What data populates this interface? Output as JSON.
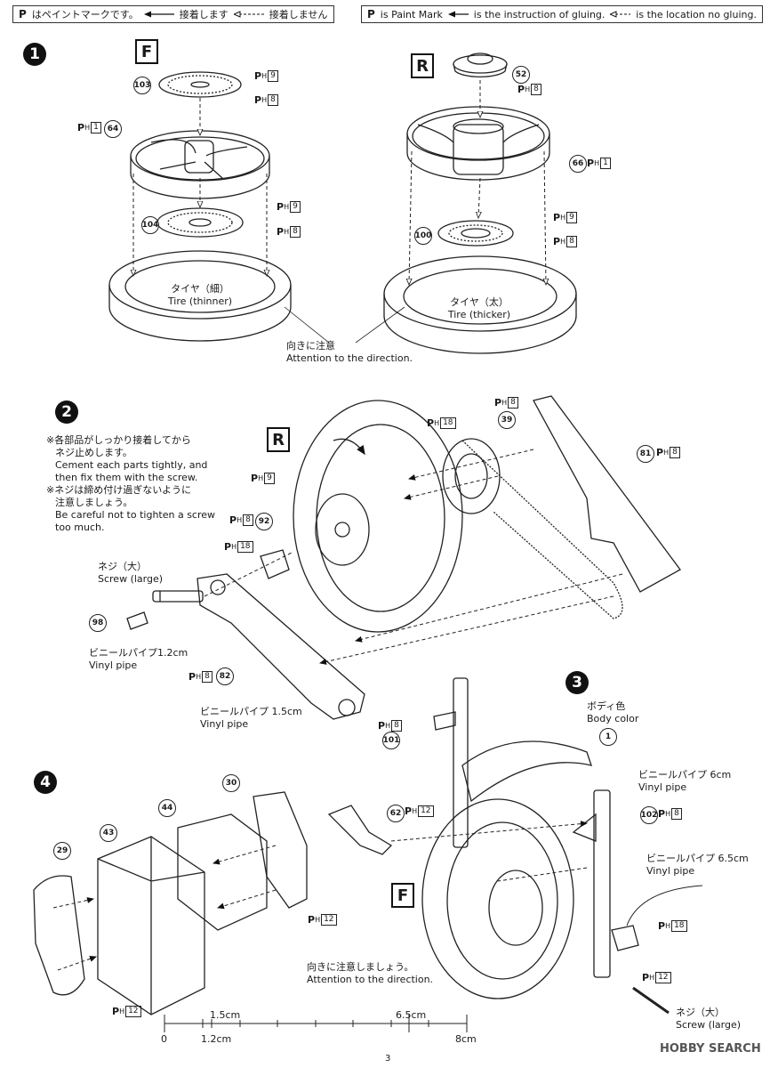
{
  "legend": {
    "jp": {
      "mark": "P",
      "paint_text": "はペイントマークです。",
      "glue": "接着します",
      "noglue": "接着しません"
    },
    "en": {
      "mark": "P",
      "paint_text": "is Paint Mark",
      "glue": "is the instruction of gluing.",
      "noglue": "is the location no gluing."
    }
  },
  "steps": {
    "s1": "1",
    "s2": "2",
    "s3": "3",
    "s4": "4"
  },
  "box_labels": {
    "front": "F",
    "rear": "R",
    "rear2": "R",
    "front2": "F"
  },
  "paint_prefix": {
    "p": "P",
    "h": "H"
  },
  "parts": {
    "p103": "103",
    "p64": "64",
    "p104": "104",
    "p52": "52",
    "p66": "66",
    "p100": "100",
    "p39": "39",
    "p81": "81",
    "p92": "92",
    "p98": "98",
    "p82": "82",
    "p101": "101",
    "p1": "1",
    "p62": "62",
    "p102": "102",
    "p30": "30",
    "p44": "44",
    "p43": "43",
    "p29": "29"
  },
  "paint_codes": {
    "c9": "9",
    "c8": "8",
    "c1": "1",
    "c18": "18",
    "c12": "12"
  },
  "labels": {
    "tire_thin_jp": "タイヤ（細）",
    "tire_thin_en": "Tire (thinner)",
    "tire_thick_jp": "タイヤ（太）",
    "tire_thick_en": "Tire (thicker)",
    "attention_jp": "向きに注意",
    "attention_en": "Attention to the direction.",
    "step2_note": [
      "※各部品がしっかり接着してから",
      "ネジ止めします。",
      "Cement each parts tightly, and",
      "then fix them with the screw.",
      "※ネジは締め付け過ぎないように",
      "注意しましょう。",
      "Be careful not to tighten a screw",
      "too much."
    ],
    "screw_jp": "ネジ（大）",
    "screw_en": "Screw (large)",
    "vinyl12_jp": "ビニールパイプ1.2cm",
    "vinyl12_en": "Vinyl pipe",
    "vinyl15_jp": "ビニールパイプ 1.5cm",
    "vinyl15_en": "Vinyl pipe",
    "body_jp": "ボディ色",
    "body_en": "Body color",
    "vinyl6_jp": "ビニールパイプ 6cm",
    "vinyl6_en": "Vinyl pipe",
    "vinyl65_jp": "ビニールパイプ 6.5cm",
    "vinyl65_en": "Vinyl pipe",
    "attention2_jp": "向きに注意しましょう。",
    "attention2_en": "Attention to the direction.",
    "screw2_jp": "ネジ（大）",
    "screw2_en": "Screw (large)"
  },
  "scale": {
    "t15": "1.5cm",
    "t65": "6.5cm",
    "t0": "0",
    "t12": "1.2cm",
    "t8": "8cm"
  },
  "page_number": "3",
  "watermark": "HOBBY SEARCH"
}
